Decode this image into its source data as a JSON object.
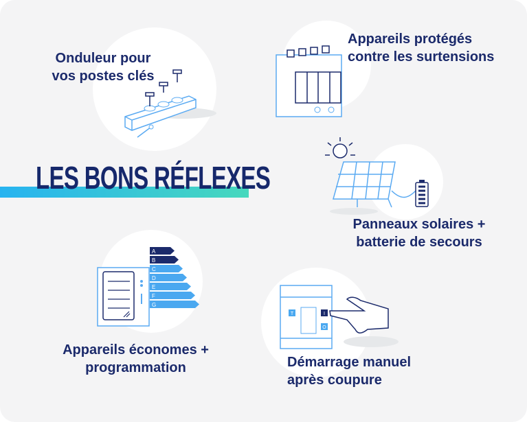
{
  "title": "LES BONS RÉFLEXES",
  "items": [
    {
      "label_line1": "Onduleur pour",
      "label_line2": "vos postes clés",
      "icon": "power-strip-icon"
    },
    {
      "label_line1": "Appareils protégés",
      "label_line2": "contre les surtensions",
      "icon": "surge-protector-icon"
    },
    {
      "label_line1": "Panneaux solaires +",
      "label_line2": "batterie de secours",
      "icon": "solar-panel-battery-icon"
    },
    {
      "label_line1": "Appareils économes +",
      "label_line2": "programmation",
      "icon": "energy-label-appliance-icon"
    },
    {
      "label_line1": "Démarrage manuel",
      "label_line2": "après coupure",
      "icon": "manual-switch-icon"
    }
  ],
  "energy_classes": [
    "A",
    "B",
    "C",
    "D",
    "E",
    "F",
    "G"
  ],
  "switch_buttons": [
    "T",
    "I",
    "O"
  ],
  "colors": {
    "navy": "#1b2a6b",
    "blue": "#4aa8f0",
    "line": "#5aaaf2",
    "bar_start": "#27b3f0",
    "bar_end": "#47d8bd"
  }
}
